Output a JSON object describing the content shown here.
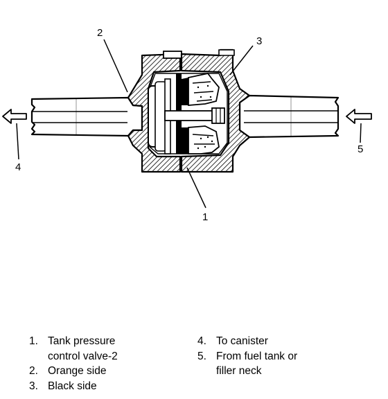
{
  "callouts": {
    "c1": "1",
    "c2": "2",
    "c3": "3",
    "c4": "4",
    "c5": "5"
  },
  "legend": {
    "left": [
      {
        "num": "1.",
        "lines": [
          "Tank pressure",
          "control valve-2"
        ]
      },
      {
        "num": "2.",
        "lines": [
          "Orange side"
        ]
      },
      {
        "num": "3.",
        "lines": [
          "Black side"
        ]
      }
    ],
    "right": [
      {
        "num": "4.",
        "lines": [
          "To canister"
        ]
      },
      {
        "num": "5.",
        "lines": [
          "From fuel tank or",
          "filler neck"
        ]
      }
    ]
  }
}
